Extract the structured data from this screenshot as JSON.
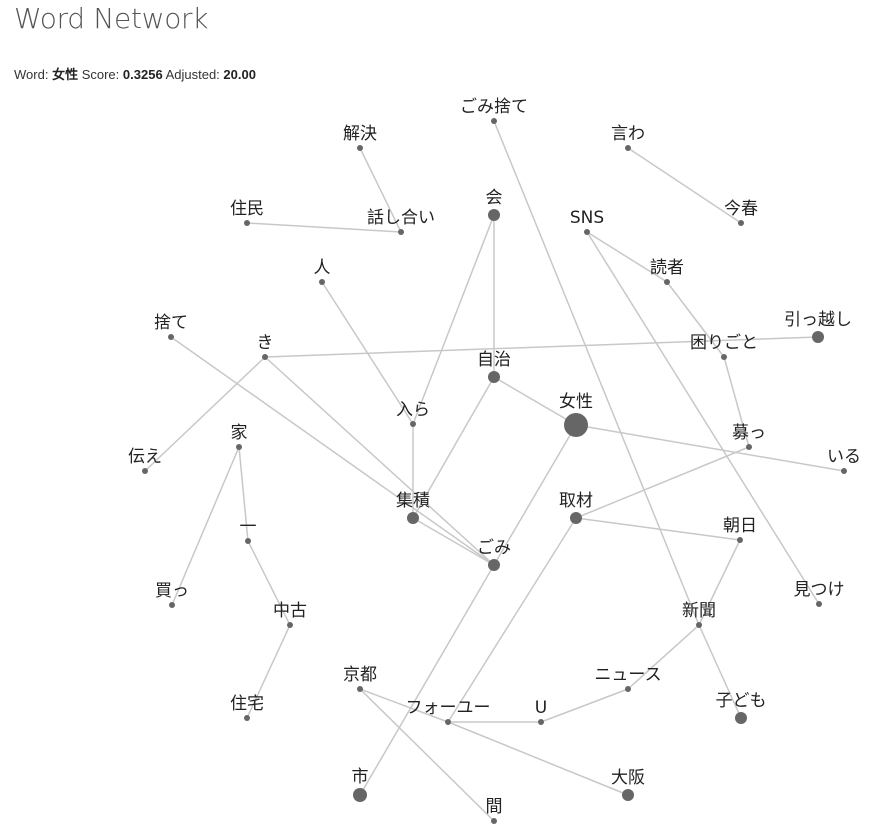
{
  "title": "Word Network",
  "info": {
    "word_label": "Word:",
    "word_value": "女性",
    "score_label": "Score:",
    "score_value": "0.3256",
    "adjusted_label": "Adjusted:",
    "adjusted_value": "20.00"
  },
  "network": {
    "node_color": "#666666",
    "edge_color": "#c8c8c8",
    "nodes": [
      {
        "id": "gomisute",
        "label": "ごみ捨て",
        "size": 2
      },
      {
        "id": "iwa",
        "label": "言わ",
        "size": 2
      },
      {
        "id": "kaiketsu",
        "label": "解決",
        "size": 2
      },
      {
        "id": "kai",
        "label": "会",
        "size": 3
      },
      {
        "id": "jumin",
        "label": "住民",
        "size": 2
      },
      {
        "id": "hanashiai",
        "label": "話し合い",
        "size": 2
      },
      {
        "id": "sns",
        "label": "SNS",
        "size": 2
      },
      {
        "id": "konshun",
        "label": "今春",
        "size": 2
      },
      {
        "id": "hito",
        "label": "人",
        "size": 2
      },
      {
        "id": "dokusha",
        "label": "読者",
        "size": 2
      },
      {
        "id": "sute",
        "label": "捨て",
        "size": 2
      },
      {
        "id": "ki",
        "label": "き",
        "size": 2
      },
      {
        "id": "hikkoshi",
        "label": "引っ越し",
        "size": 3
      },
      {
        "id": "komarigoto",
        "label": "困りごと",
        "size": 2
      },
      {
        "id": "jichi",
        "label": "自治",
        "size": 3
      },
      {
        "id": "josei",
        "label": "女性",
        "size": 5
      },
      {
        "id": "haira",
        "label": "入ら",
        "size": 2
      },
      {
        "id": "tsutae",
        "label": "伝え",
        "size": 2
      },
      {
        "id": "ie",
        "label": "家",
        "size": 2
      },
      {
        "id": "tsunot",
        "label": "募っ",
        "size": 2
      },
      {
        "id": "iru",
        "label": "いる",
        "size": 2
      },
      {
        "id": "shuseki",
        "label": "集積",
        "size": 3
      },
      {
        "id": "shuzai",
        "label": "取材",
        "size": 3
      },
      {
        "id": "asahi",
        "label": "朝日",
        "size": 2
      },
      {
        "id": "ichi",
        "label": "一",
        "size": 2
      },
      {
        "id": "gomi",
        "label": "ごみ",
        "size": 3
      },
      {
        "id": "kat",
        "label": "買っ",
        "size": 2
      },
      {
        "id": "mitsuke",
        "label": "見つけ",
        "size": 2
      },
      {
        "id": "chuko",
        "label": "中古",
        "size": 2
      },
      {
        "id": "shinbun",
        "label": "新聞",
        "size": 2
      },
      {
        "id": "kyoto",
        "label": "京都",
        "size": 2
      },
      {
        "id": "news",
        "label": "ニュース",
        "size": 2
      },
      {
        "id": "kodomo",
        "label": "子ども",
        "size": 3
      },
      {
        "id": "jutaku",
        "label": "住宅",
        "size": 2
      },
      {
        "id": "foyu",
        "label": "フォーユー",
        "size": 2
      },
      {
        "id": "u",
        "label": "U",
        "size": 2
      },
      {
        "id": "shi",
        "label": "市",
        "size": 4
      },
      {
        "id": "osaka",
        "label": "大阪",
        "size": 3
      },
      {
        "id": "aida",
        "label": "間",
        "size": 2
      }
    ],
    "edges": [
      [
        "gomisute",
        "shinbun"
      ],
      [
        "iwa",
        "konshun"
      ],
      [
        "kaiketsu",
        "hanashiai"
      ],
      [
        "jumin",
        "hanashiai"
      ],
      [
        "kai",
        "jichi"
      ],
      [
        "kai",
        "haira"
      ],
      [
        "sns",
        "dokusha"
      ],
      [
        "sns",
        "mitsuke"
      ],
      [
        "dokusha",
        "komarigoto"
      ],
      [
        "komarigoto",
        "tsunot"
      ],
      [
        "ki",
        "hikkoshi"
      ],
      [
        "ki",
        "tsutae"
      ],
      [
        "ki",
        "gomi"
      ],
      [
        "hito",
        "haira"
      ],
      [
        "sute",
        "gomi"
      ],
      [
        "jichi",
        "josei"
      ],
      [
        "jichi",
        "shuseki"
      ],
      [
        "haira",
        "shuseki"
      ],
      [
        "shuseki",
        "gomi"
      ],
      [
        "josei",
        "iru"
      ],
      [
        "josei",
        "gomi"
      ],
      [
        "tsunot",
        "shuzai"
      ],
      [
        "shuzai",
        "asahi"
      ],
      [
        "shuzai",
        "foyu"
      ],
      [
        "asahi",
        "shinbun"
      ],
      [
        "shinbun",
        "news"
      ],
      [
        "shinbun",
        "kodomo"
      ],
      [
        "news",
        "u"
      ],
      [
        "u",
        "foyu"
      ],
      [
        "foyu",
        "osaka"
      ],
      [
        "kyoto",
        "foyu"
      ],
      [
        "kyoto",
        "aida"
      ],
      [
        "gomi",
        "shi"
      ],
      [
        "ie",
        "kat"
      ],
      [
        "ie",
        "ichi"
      ],
      [
        "ichi",
        "chuko"
      ],
      [
        "chuko",
        "jutaku"
      ]
    ]
  }
}
